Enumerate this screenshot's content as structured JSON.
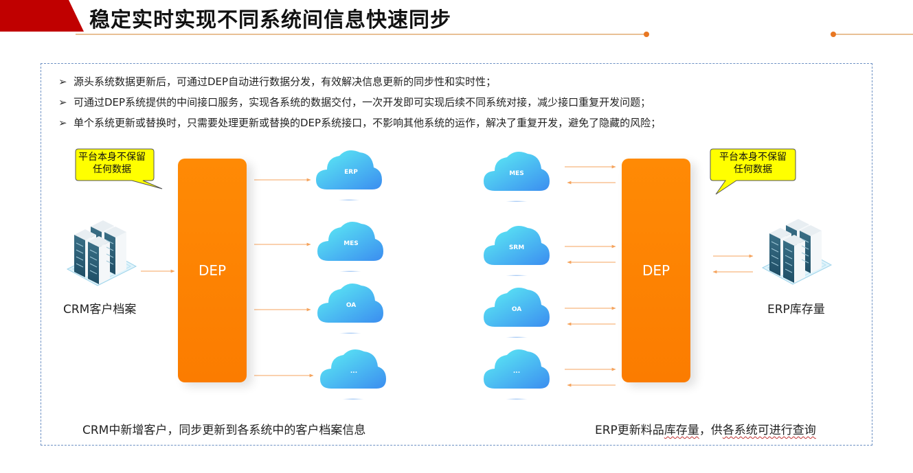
{
  "title": "稳定实时实现不同系统间信息快速同步",
  "bullet_marker": "➢",
  "bullets": [
    "源头系统数据更新后，可通过DEP自动进行数据分发，有效解决信息更新的同步性和实时性；",
    "可通过DEP系统提供的中间接口服务，实现各系统的数据交付，一次开发即可实现后续不同系统对接，减少接口重复开发问题；",
    "单个系统更新或替换时，只需要处理更新或替换的DEP系统接口，不影响其他系统的运作，解决了重复开发，避免了隐藏的风险；"
  ],
  "left": {
    "callout": "平台本身不保留任何数据",
    "source_label": "CRM客户档案",
    "hub": "DEP",
    "clouds": [
      "ERP",
      "MES",
      "OA",
      "..."
    ],
    "caption": "CRM中新增客户，同步更新到各系统中的客户档案信息"
  },
  "right": {
    "callout": "平台本身不保留任何数据",
    "source_label": "ERP库存量",
    "hub": "DEP",
    "clouds": [
      "MES",
      "SRM",
      "OA",
      "..."
    ],
    "caption_a": "ERP更新料品",
    "caption_b": "库存量",
    "caption_c": "，供",
    "caption_d": "各系统可进行查询"
  },
  "colors": {
    "accent_red": "#c00000",
    "hub_orange": "#ff8500",
    "arrow_orange": "#f5a35c",
    "cloud_top": "#5ef0f4",
    "cloud_bottom": "#3b8df0",
    "callout_fill": "#ffff00",
    "frame_border": "#6b8fc3"
  }
}
